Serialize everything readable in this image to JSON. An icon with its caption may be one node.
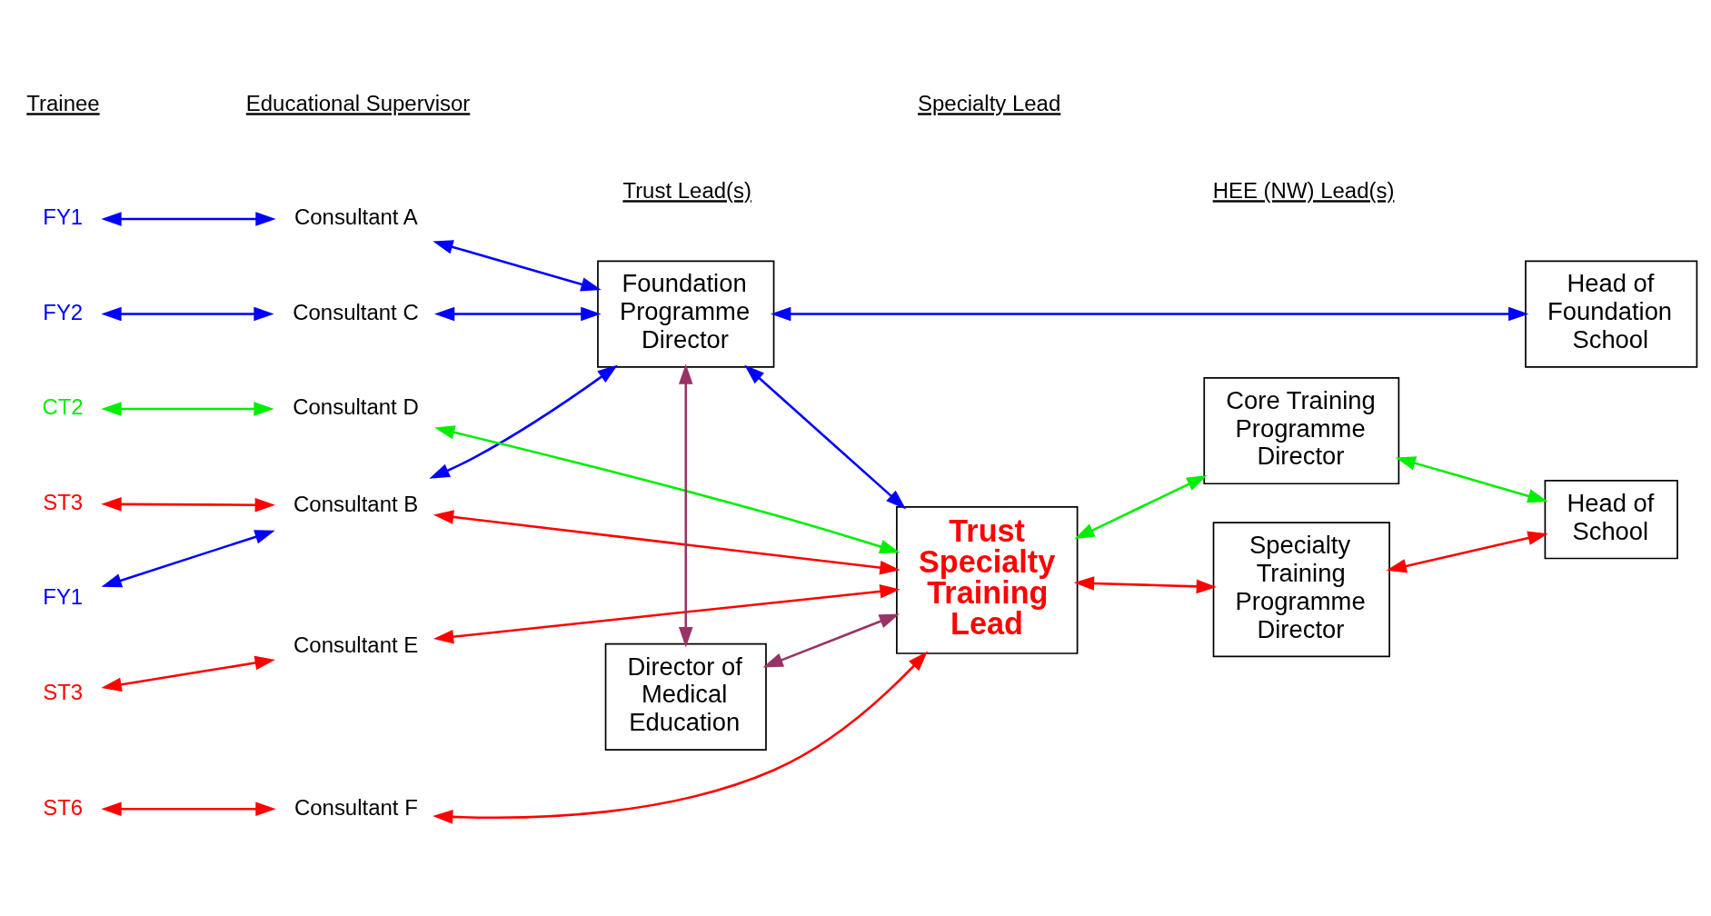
{
  "diagram": {
    "nodes": [
      {
        "text": [
          "FY1"
        ]
      },
      {
        "text": [
          "FY1"
        ]
      },
      {
        "text": [
          "FY2"
        ]
      },
      {
        "text": [
          "CT2"
        ]
      },
      {
        "text": [
          "ST3"
        ]
      },
      {
        "text": [
          "ST3"
        ]
      },
      {
        "text": [
          "ST6"
        ]
      },
      {
        "text": [
          "Consultant A"
        ]
      },
      {
        "text": [
          "Consultant B"
        ]
      },
      {
        "text": [
          "Consultant C"
        ]
      },
      {
        "text": [
          "Consultant D"
        ]
      },
      {
        "text": [
          "Consultant E"
        ]
      },
      {
        "text": [
          "Consultant F"
        ]
      },
      {
        "text": [
          "Foundation Programme Director"
        ]
      },
      {
        "text": [
          "Head of Foundation School"
        ]
      },
      {
        "text": [
          "Trust Specialty Training Lead"
        ]
      },
      {
        "text": [
          "Core Training Programme Director"
        ]
      },
      {
        "text": [
          "Head of School"
        ]
      },
      {
        "text": [
          "Specialty Training Programme Director"
        ]
      },
      {
        "text": [
          "Director of Medical Education"
        ]
      }
    ],
    "edges": [
      {
        "from": 0,
        "to": 7,
        "arrow": "both",
        "color": "#0000ff"
      },
      {
        "from": 1,
        "to": 8,
        "arrow": "both",
        "color": "#0000ff"
      },
      {
        "from": 2,
        "to": 9,
        "arrow": "both",
        "color": "#0000ff"
      },
      {
        "from": 3,
        "to": 10,
        "arrow": "both",
        "color": "#00ee00"
      },
      {
        "from": 4,
        "to": 8,
        "arrow": "both",
        "color": "#ff0000"
      },
      {
        "from": 5,
        "to": 11,
        "arrow": "both",
        "color": "#ff0000"
      },
      {
        "from": 6,
        "to": 12,
        "arrow": "both",
        "color": "#ff0000"
      },
      {
        "from": 7,
        "to": 13,
        "arrow": "both",
        "color": "#0000ff"
      },
      {
        "from": 8,
        "to": 13,
        "arrow": "both",
        "color": "#0000ff"
      },
      {
        "from": 9,
        "to": 13,
        "arrow": "both",
        "color": "#0000ff"
      },
      {
        "from": 13,
        "to": 14,
        "arrow": "both",
        "color": "#0000ff"
      },
      {
        "from": 13,
        "to": 15,
        "arrow": "both",
        "color": "#0000ff"
      },
      {
        "from": 8,
        "to": 15,
        "arrow": "both",
        "color": "#ff0000"
      },
      {
        "from": 10,
        "to": 15,
        "arrow": "both",
        "color": "#00ee00"
      },
      {
        "from": 11,
        "to": 15,
        "arrow": "both",
        "color": "#ff0000"
      },
      {
        "from": 12,
        "to": 15,
        "arrow": "both",
        "color": "#ff0000"
      },
      {
        "from": 15,
        "to": 16,
        "arrow": "both",
        "color": "#00ee00"
      },
      {
        "from": 15,
        "to": 18,
        "arrow": "both",
        "color": "#ff0000"
      },
      {
        "from": 16,
        "to": 17,
        "arrow": "both",
        "color": "#00ee00"
      },
      {
        "from": 18,
        "to": 17,
        "arrow": "both",
        "color": "#ff0000"
      },
      {
        "from": 15,
        "to": 19,
        "arrow": "both",
        "color": "#993366"
      },
      {
        "from": 13,
        "to": 19,
        "arrow": "both",
        "color": "#993366"
      }
    ],
    "labels": [
      "Trainee",
      "Educational Supervisor",
      "Specialty Lead",
      "Trust Lead(s)",
      "HEE (NW) Lead(s)"
    ]
  }
}
